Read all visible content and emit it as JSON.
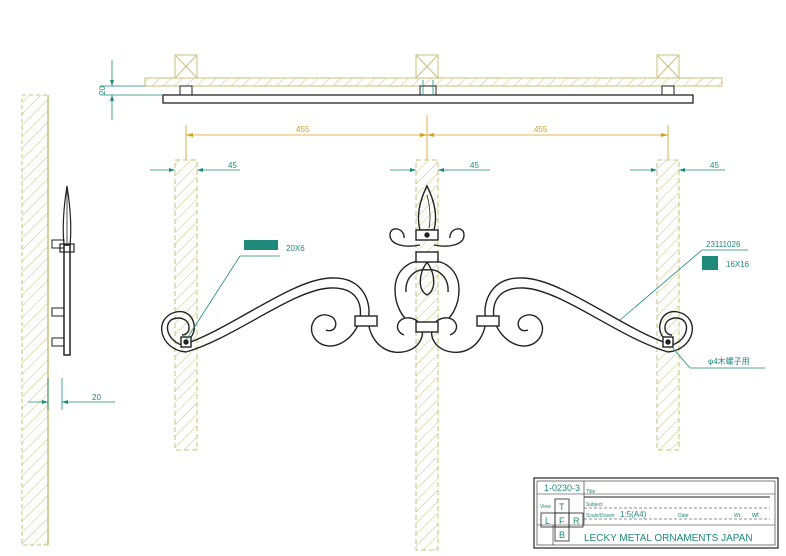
{
  "drawing": {
    "dim_left_thickness": "20",
    "dim_top_thickness": "20",
    "dim_span_left": "455",
    "dim_span_right": "455",
    "dim_post_width_1": "45",
    "dim_post_width_2": "45",
    "dim_post_width_3": "45",
    "label_flat_bar": "20X6",
    "label_part_no": "23111026",
    "label_square_bar": "16X16",
    "label_screw": "φ4木螺子用"
  },
  "title_block": {
    "drawing_no": "1-0230-3",
    "title_caption": "Title",
    "view_caption": "View",
    "subject_caption": "Subject",
    "scale_caption": "Scale/Drawn",
    "scale_value": "1:5(A4)",
    "date_caption": "Date",
    "weight_caption": "Wt.",
    "weight_value": "wt",
    "view_t": "T",
    "view_l": "L",
    "view_f": "F",
    "view_r": "R",
    "view_b": "B",
    "company": "LECKY METAL ORNAMENTS JAPAN"
  },
  "colors": {
    "wood": "#c9c27a",
    "dimension": "#1f8a7a",
    "span": "#d4a017",
    "iron": "#222222"
  }
}
